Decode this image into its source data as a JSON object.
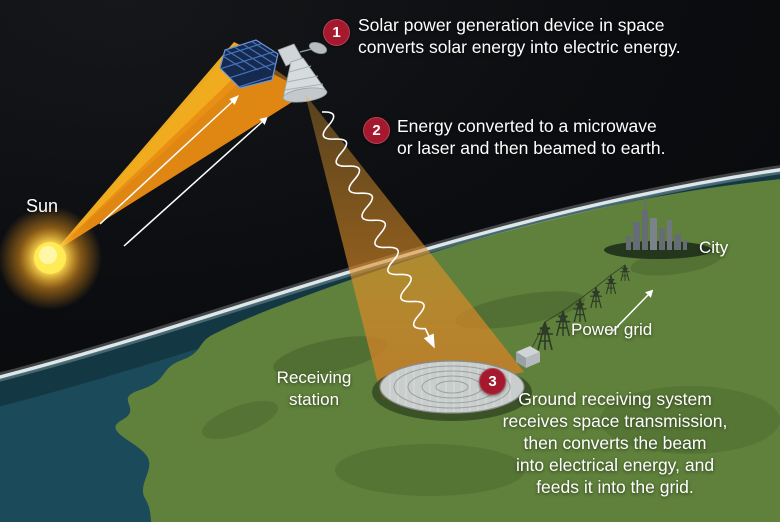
{
  "diagram": {
    "labels": {
      "sun": "Sun",
      "city": "City",
      "power_grid": "Power grid",
      "receiving_station_lines": [
        "Receiving",
        "station"
      ]
    },
    "callouts": [
      {
        "number": "1",
        "lines": [
          "Solar power generation device in space",
          "converts solar energy into electric energy."
        ]
      },
      {
        "number": "2",
        "lines": [
          "Energy converted to a microwave",
          "or laser and then beamed to earth."
        ]
      },
      {
        "number": "3",
        "lines": [
          "Ground receiving system",
          "receives space transmission,",
          "then converts the beam",
          "into electrical energy, and",
          "feeds it into the grid."
        ]
      }
    ],
    "icons": {
      "sun": "sun-icon",
      "satellite": "satellite-icon",
      "receiving_dish": "receiving-dish-icon",
      "transmission_tower": "transmission-tower-icon",
      "city_skyline": "city-skyline-icon",
      "arrow": "arrow-icon"
    }
  },
  "colors": {
    "text": "#ffffff",
    "badge_red": "#a5192e",
    "background": "#0b0d10",
    "sun_core": "#ffe94f",
    "beam_orange": "#ef9c21",
    "beam_to_earth": "#d8892f",
    "earth_ocean": "#1b4a5a",
    "earth_land": "#5f813b",
    "atmosphere_rim": "#e6eef0",
    "panel_blue": "#16294e"
  }
}
